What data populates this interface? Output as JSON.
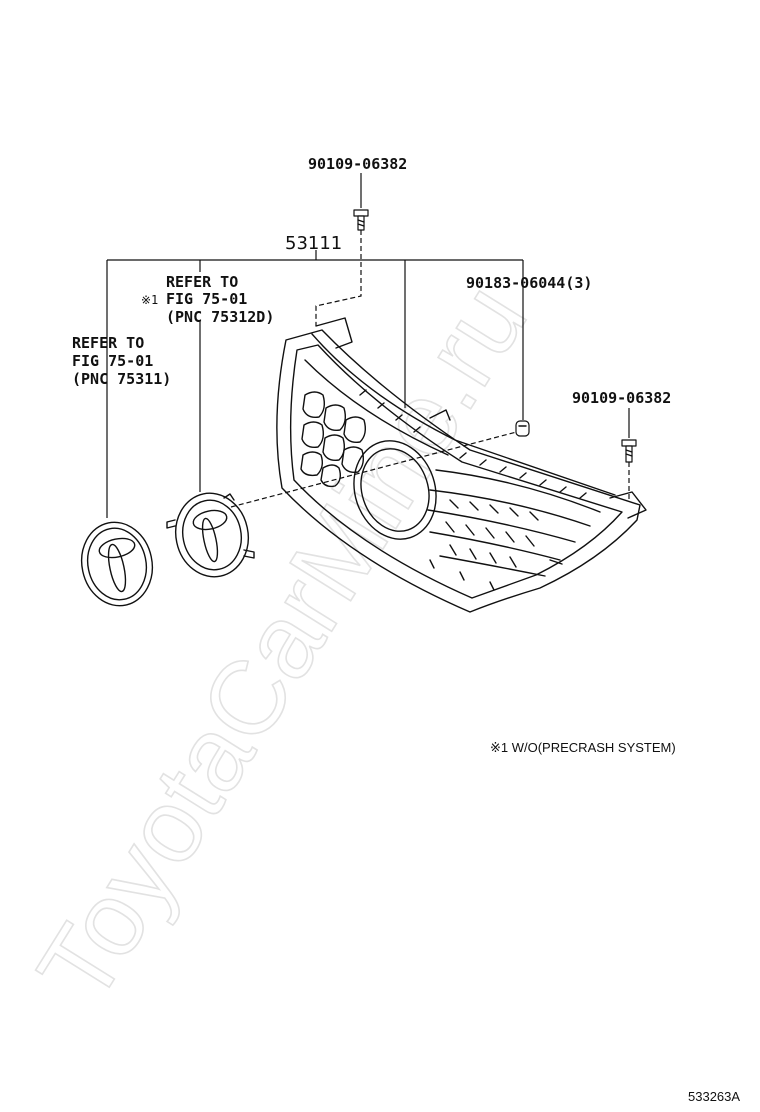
{
  "watermark": "ToyotaCarMine.ru",
  "parts": {
    "main_grille": "53111",
    "bolt_top": "90109-06382",
    "clip": "90183-06044(3)",
    "bolt_right": "90109-06382"
  },
  "refs": {
    "emblem_left": {
      "line1": "REFER TO",
      "line2": "FIG 75-01",
      "line3": "(PNC 75311)"
    },
    "emblem_middle": {
      "marker": "※1",
      "line1": "REFER TO",
      "line2": "FIG 75-01",
      "line3": "(PNC 75312D)"
    }
  },
  "footnote": "※1 W/O(PRECRASH SYSTEM)",
  "diagram_code": "533263A"
}
